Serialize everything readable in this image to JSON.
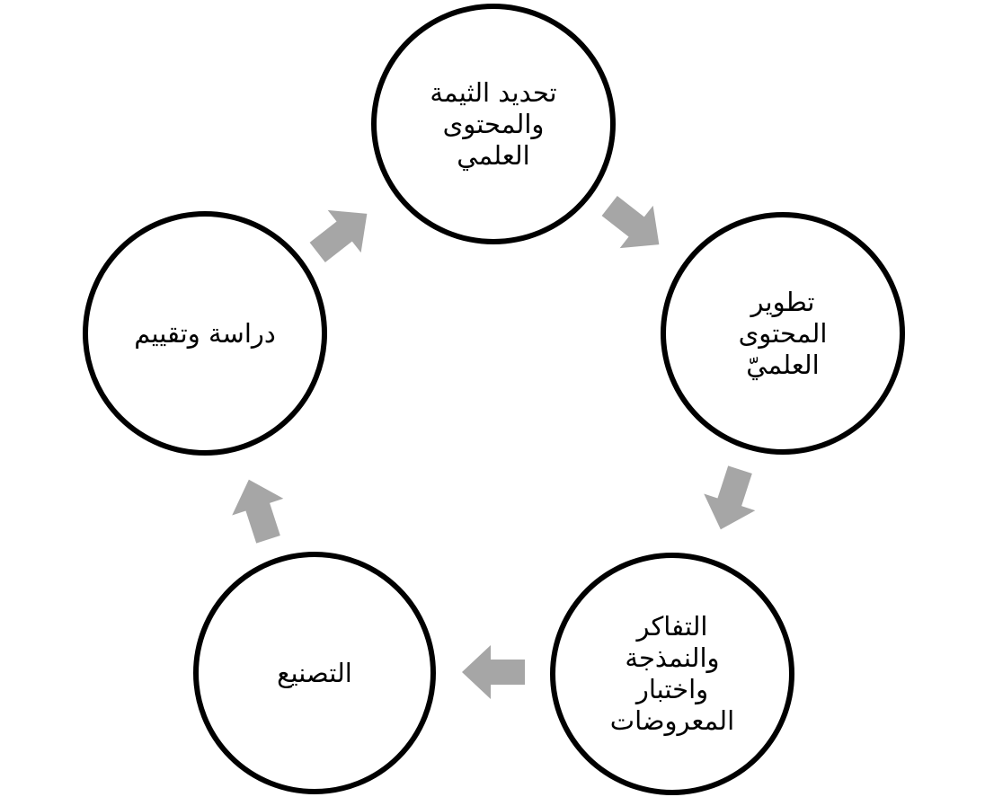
{
  "colors": {
    "circle_border": "#000000",
    "circle_fill": "#ffffff",
    "arrow_fill": "#a6a6a6",
    "text": "#000000"
  },
  "nodes": [
    {
      "id": "define-theme",
      "lines": [
        "تحديد الثيمة",
        "والمحتوى",
        "العلمي"
      ]
    },
    {
      "id": "develop-content",
      "lines": [
        "تطوير",
        "المحتوى",
        "العلميّ"
      ]
    },
    {
      "id": "thinking-modeling",
      "lines": [
        "التفاكر",
        "والنمذجة",
        "واختبار",
        "المعروضات"
      ]
    },
    {
      "id": "manufacturing",
      "lines": [
        "التصنيع"
      ]
    },
    {
      "id": "study-evaluate",
      "lines": [
        "دراسة وتقييم"
      ]
    }
  ],
  "arrows": [
    {
      "from": "define-theme",
      "to": "develop-content",
      "icon": "arrow-icon"
    },
    {
      "from": "develop-content",
      "to": "thinking-modeling",
      "icon": "arrow-icon"
    },
    {
      "from": "thinking-modeling",
      "to": "manufacturing",
      "icon": "arrow-icon"
    },
    {
      "from": "manufacturing",
      "to": "study-evaluate",
      "icon": "arrow-icon"
    },
    {
      "from": "study-evaluate",
      "to": "define-theme",
      "icon": "arrow-icon"
    }
  ]
}
